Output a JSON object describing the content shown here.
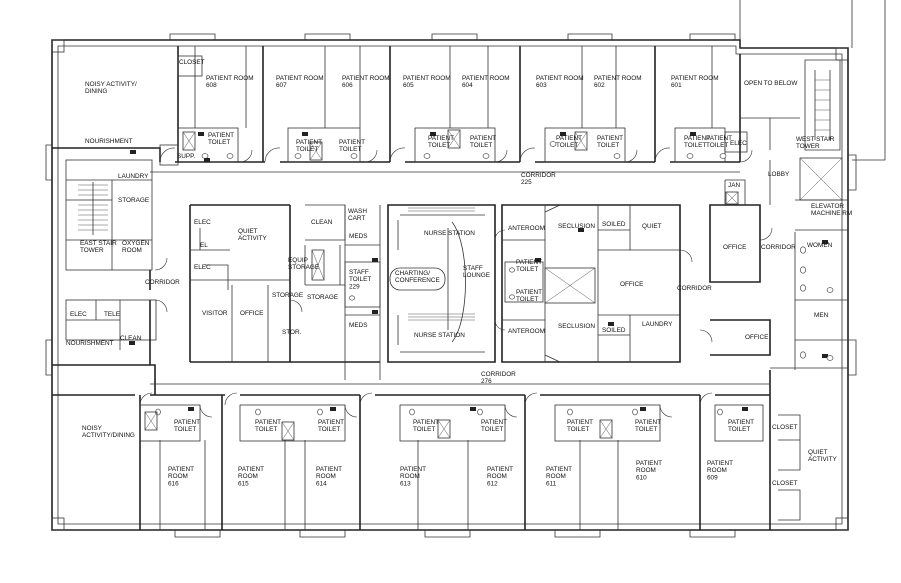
{
  "rooms": [
    {
      "id": "noisy-top",
      "lines": [
        "NOISY ACTIVITY/",
        "DINING"
      ]
    },
    {
      "id": "closet-tl",
      "lines": [
        "CLOSET"
      ]
    },
    {
      "id": "pr-608",
      "lines": [
        "PATIENT ROOM",
        "608"
      ]
    },
    {
      "id": "pr-607",
      "lines": [
        "PATIENT ROOM",
        "607"
      ]
    },
    {
      "id": "pr-606",
      "lines": [
        "PATIENT ROOM",
        "606"
      ]
    },
    {
      "id": "pr-605",
      "lines": [
        "PATIENT ROOM",
        "605"
      ]
    },
    {
      "id": "pr-604",
      "lines": [
        "PATIENT ROOM",
        "604"
      ]
    },
    {
      "id": "pr-603",
      "lines": [
        "PATIENT ROOM",
        "603"
      ]
    },
    {
      "id": "pr-602",
      "lines": [
        "PATIENT ROOM",
        "602"
      ]
    },
    {
      "id": "pr-601",
      "lines": [
        "PATIENT ROOM",
        "601"
      ]
    },
    {
      "id": "open-below",
      "lines": [
        "OPEN TO BELOW"
      ]
    },
    {
      "id": "pt-top-1",
      "lines": [
        "PATIENT",
        "TOILET"
      ]
    },
    {
      "id": "pt-top-2",
      "lines": [
        "PATIENT",
        "TOILET"
      ]
    },
    {
      "id": "pt-top-3",
      "lines": [
        "PATIENT",
        "TOILET"
      ]
    },
    {
      "id": "pt-top-4",
      "lines": [
        "PATIENT",
        "TOILET"
      ]
    },
    {
      "id": "pt-top-5",
      "lines": [
        "PATIENT",
        "TOILET"
      ]
    },
    {
      "id": "pt-top-6",
      "lines": [
        "PATIENT",
        "TOILET"
      ]
    },
    {
      "id": "pt-top-7",
      "lines": [
        "PATIENT",
        "TOILET"
      ]
    },
    {
      "id": "pt-top-8",
      "lines": [
        "PATIENT",
        "TOILET"
      ]
    },
    {
      "id": "pt-top-9",
      "lines": [
        "PATIENT",
        "TOILET"
      ]
    },
    {
      "id": "nourishment-top",
      "lines": [
        "NOURISHMENT"
      ]
    },
    {
      "id": "supp",
      "lines": [
        "SUPP."
      ]
    },
    {
      "id": "elec-tr",
      "lines": [
        "ELEC"
      ]
    },
    {
      "id": "west-stair",
      "lines": [
        "WEST STAIR",
        "TOWER"
      ]
    },
    {
      "id": "corridor-225",
      "lines": [
        "CORRIDOR",
        "225"
      ]
    },
    {
      "id": "laundry-l",
      "lines": [
        "LAUNDRY"
      ]
    },
    {
      "id": "storage-l",
      "lines": [
        "STORAGE"
      ]
    },
    {
      "id": "east-stair",
      "lines": [
        "EAST STAIR",
        "TOWER"
      ]
    },
    {
      "id": "oxygen",
      "lines": [
        "OXYGEN",
        "ROOM"
      ]
    },
    {
      "id": "elec-c1",
      "lines": [
        "ELEC"
      ]
    },
    {
      "id": "el",
      "lines": [
        "EL"
      ]
    },
    {
      "id": "elec-c2",
      "lines": [
        "ELEC"
      ]
    },
    {
      "id": "quiet-activity-c",
      "lines": [
        "QUIET",
        "ACTIVITY"
      ]
    },
    {
      "id": "clean-c",
      "lines": [
        "CLEAN"
      ]
    },
    {
      "id": "wash-cart",
      "lines": [
        "WASH",
        "CART"
      ]
    },
    {
      "id": "meds-1",
      "lines": [
        "MEDS"
      ]
    },
    {
      "id": "equip-storage",
      "lines": [
        "EQUIP",
        "STORAGE"
      ]
    },
    {
      "id": "nurse-station-top",
      "lines": [
        "NURSE STATION"
      ]
    },
    {
      "id": "staff-toilet",
      "lines": [
        "STAFF",
        "TOILET",
        "229"
      ]
    },
    {
      "id": "charting",
      "lines": [
        "CHARTING/",
        "CONFERENCE"
      ]
    },
    {
      "id": "staff-lounge",
      "lines": [
        "STAFF",
        "LOUNGE"
      ]
    },
    {
      "id": "storage-c1",
      "lines": [
        "STORAGE"
      ]
    },
    {
      "id": "storage-c2",
      "lines": [
        "STORAGE"
      ]
    },
    {
      "id": "corridor-l",
      "lines": [
        "CORRIDOR"
      ]
    },
    {
      "id": "elec-l",
      "lines": [
        "ELEC"
      ]
    },
    {
      "id": "tele",
      "lines": [
        "TELE"
      ]
    },
    {
      "id": "nourishment-l",
      "lines": [
        "NOURISHMENT"
      ]
    },
    {
      "id": "clean-l",
      "lines": [
        "CLEAN"
      ]
    },
    {
      "id": "visitor",
      "lines": [
        "VISITOR"
      ]
    },
    {
      "id": "office-c",
      "lines": [
        "OFFICE"
      ]
    },
    {
      "id": "stor",
      "lines": [
        "STOR."
      ]
    },
    {
      "id": "meds-2",
      "lines": [
        "MEDS"
      ]
    },
    {
      "id": "nurse-station-bot",
      "lines": [
        "NURSE STATION"
      ]
    },
    {
      "id": "anteroom-1",
      "lines": [
        "ANTEROOM"
      ]
    },
    {
      "id": "seclusion-1",
      "lines": [
        "SECLUSION"
      ]
    },
    {
      "id": "soiled-1",
      "lines": [
        "SOILED"
      ]
    },
    {
      "id": "quiet-r",
      "lines": [
        "QUIET"
      ]
    },
    {
      "id": "pt-mid-1",
      "lines": [
        "PATIENT",
        "TOILET"
      ]
    },
    {
      "id": "pt-mid-2",
      "lines": [
        "PATIENT",
        "TOILET"
      ]
    },
    {
      "id": "office-m",
      "lines": [
        "OFFICE"
      ]
    },
    {
      "id": "anteroom-2",
      "lines": [
        "ANTEROOM"
      ]
    },
    {
      "id": "seclusion-2",
      "lines": [
        "SECLUSION"
      ]
    },
    {
      "id": "soiled-2",
      "lines": [
        "SOILED"
      ]
    },
    {
      "id": "laundry-r",
      "lines": [
        "LAUNDRY"
      ]
    },
    {
      "id": "corridor-r",
      "lines": [
        "CORRIDOR"
      ]
    },
    {
      "id": "office-r1",
      "lines": [
        "OFFICE"
      ]
    },
    {
      "id": "office-r2",
      "lines": [
        "OFFICE"
      ]
    },
    {
      "id": "lobby",
      "lines": [
        "LOBBY"
      ]
    },
    {
      "id": "jan",
      "lines": [
        "JAN"
      ]
    },
    {
      "id": "elevator",
      "lines": [
        "ELEVATOR",
        "MACHINE RM"
      ]
    },
    {
      "id": "corridor-rr",
      "lines": [
        "CORRIDOR"
      ]
    },
    {
      "id": "women",
      "lines": [
        "WOMEN"
      ]
    },
    {
      "id": "men",
      "lines": [
        "MEN"
      ]
    },
    {
      "id": "corridor-276",
      "lines": [
        "CORRIDOR",
        "276"
      ]
    },
    {
      "id": "noisy-bot",
      "lines": [
        "NOISY",
        "ACTIVITY/DINING"
      ]
    },
    {
      "id": "pt-bot-1",
      "lines": [
        "PATIENT",
        "TOILET"
      ]
    },
    {
      "id": "pt-bot-2",
      "lines": [
        "PATIENT",
        "TOILET"
      ]
    },
    {
      "id": "pt-bot-3",
      "lines": [
        "PATIENT",
        "TOILET"
      ]
    },
    {
      "id": "pt-bot-4",
      "lines": [
        "PATIENT",
        "TOILET"
      ]
    },
    {
      "id": "pt-bot-5",
      "lines": [
        "PATIENT",
        "TOILET"
      ]
    },
    {
      "id": "pt-bot-6",
      "lines": [
        "PATIENT",
        "TOILET"
      ]
    },
    {
      "id": "pt-bot-7",
      "lines": [
        "PATIENT",
        "TOILET"
      ]
    },
    {
      "id": "pt-bot-8",
      "lines": [
        "PATIENT",
        "TOILET"
      ]
    },
    {
      "id": "pt-bot-9",
      "lines": [
        "PATIENT",
        "TOILET"
      ]
    },
    {
      "id": "pr-616",
      "lines": [
        "PATIENT",
        "ROOM",
        "616"
      ]
    },
    {
      "id": "pr-615",
      "lines": [
        "PATIENT",
        "ROOM",
        "615"
      ]
    },
    {
      "id": "pr-614",
      "lines": [
        "PATIENT",
        "ROOM",
        "614"
      ]
    },
    {
      "id": "pr-613",
      "lines": [
        "PATIENT",
        "ROOM",
        "613"
      ]
    },
    {
      "id": "pr-612",
      "lines": [
        "PATIENT",
        "ROOM",
        "612"
      ]
    },
    {
      "id": "pr-611",
      "lines": [
        "PATIENT",
        "ROOM",
        "611"
      ]
    },
    {
      "id": "pr-610",
      "lines": [
        "PATIENT",
        "ROOM",
        "610"
      ]
    },
    {
      "id": "pr-609",
      "lines": [
        "PATIENT",
        "ROOM",
        "609"
      ]
    },
    {
      "id": "closet-br1",
      "lines": [
        "CLOSET"
      ]
    },
    {
      "id": "quiet-activity-r",
      "lines": [
        "QUIET",
        "ACTIVITY"
      ]
    },
    {
      "id": "closet-br2",
      "lines": [
        "CLOSET"
      ]
    }
  ]
}
